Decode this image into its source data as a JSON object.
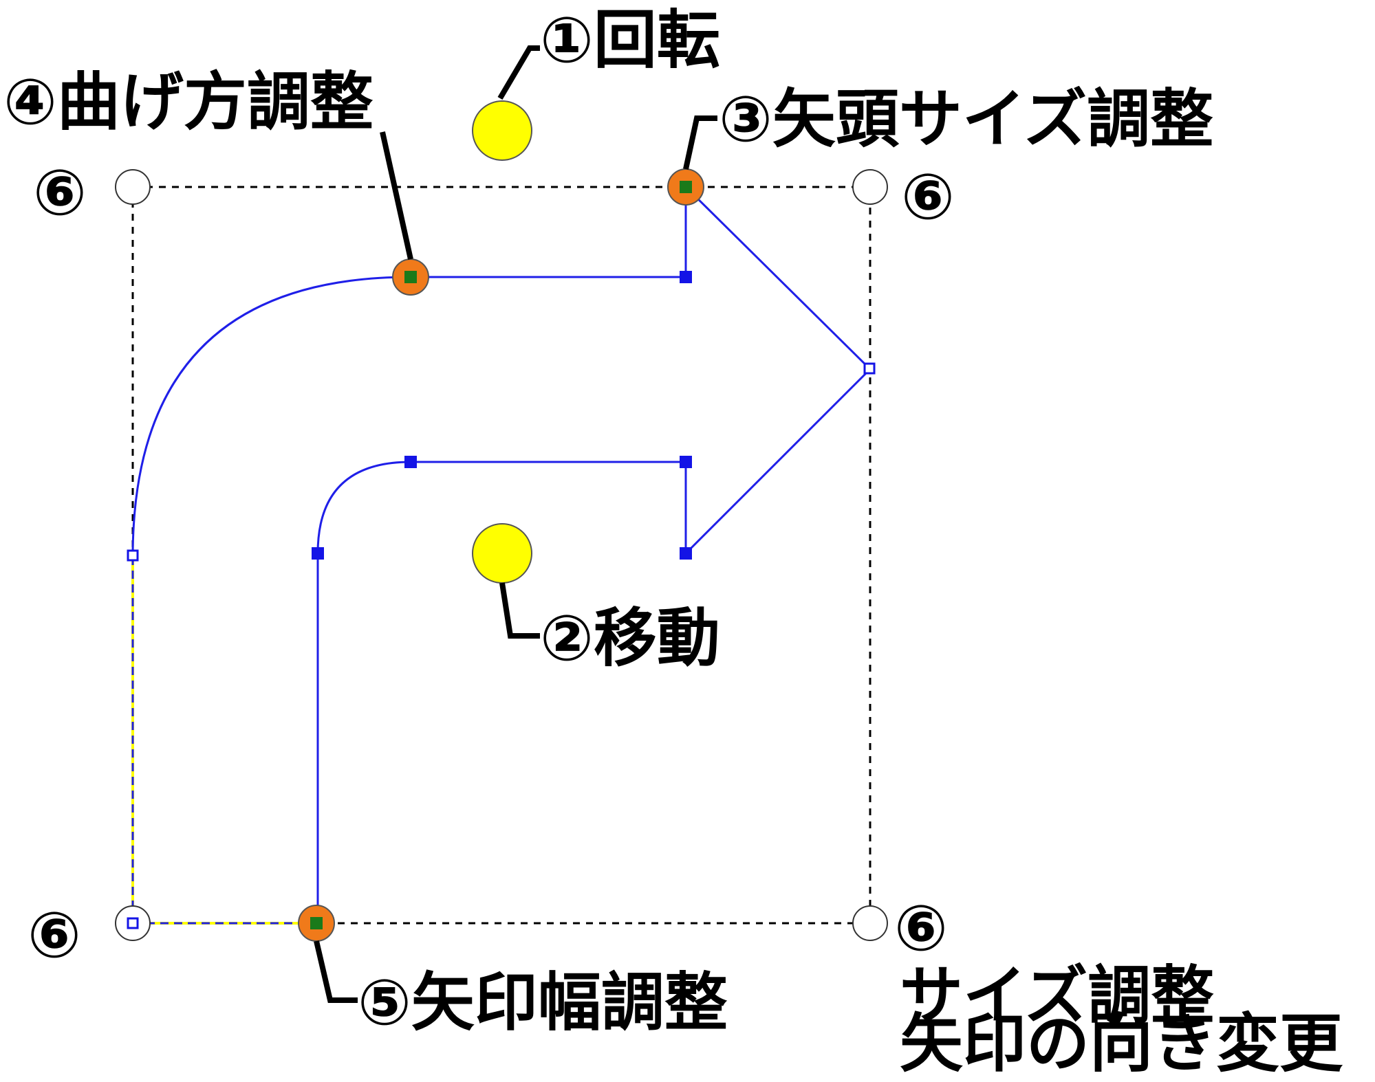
{
  "labels": {
    "rotate": "①回転",
    "move": "②移動",
    "head_size": "③矢頭サイズ調整",
    "bend": "④曲げ方調整",
    "width": "⑤矢印幅調整",
    "corner": "⑥",
    "size_adjust": "サイズ調整",
    "direction_change": "矢印の向き変更"
  },
  "colors": {
    "shape_outline": "#1f1fe8",
    "handle_square": "#1414e6",
    "rotate_handle": "#ffff00",
    "adjust_handle": "#f07a1a",
    "adjust_handle_center": "#1a7a1a",
    "selection_box": "#000000",
    "leader_line": "#000000",
    "highlight_edge": "#ffff00"
  }
}
